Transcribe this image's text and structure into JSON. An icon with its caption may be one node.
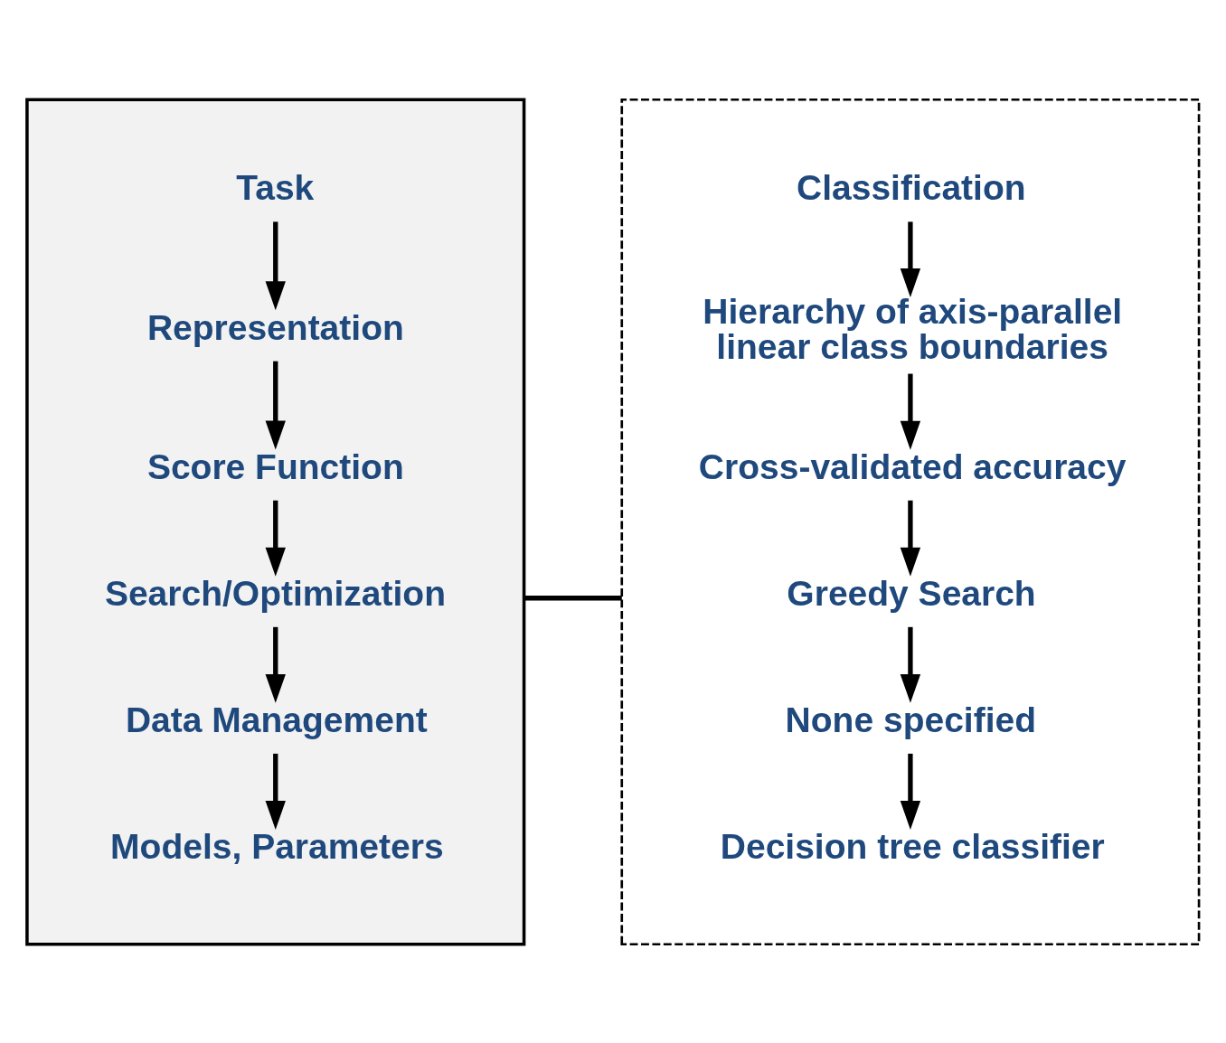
{
  "diagram": {
    "nodes": [
      {
        "text": [],
        "shape": "box"
      },
      {
        "text": [
          "Task"
        ],
        "in": 0
      },
      {
        "text": [
          "Representation"
        ],
        "in": 0
      },
      {
        "text": [
          "Score Function"
        ],
        "in": 0
      },
      {
        "text": [
          "Search/Optimization"
        ],
        "in": 0
      },
      {
        "text": [
          "Data Management"
        ],
        "in": 0
      },
      {
        "text": [
          "Models, Parameters"
        ],
        "in": 0
      },
      {
        "text": [],
        "shape": "box"
      },
      {
        "text": [
          "Classification"
        ],
        "in": 7
      },
      {
        "text": [
          "Hierarchy of axis-parallel linear class boundaries"
        ],
        "in": 7
      },
      {
        "text": [
          "Cross-validated accuracy"
        ],
        "in": 7
      },
      {
        "text": [
          "Greedy Search"
        ],
        "in": 7
      },
      {
        "text": [
          "None specified"
        ],
        "in": 7
      },
      {
        "text": [
          "Decision tree classifier"
        ],
        "in": 7
      }
    ],
    "edges": [
      {
        "from": 1,
        "to": 2,
        "arrow": "to"
      },
      {
        "from": 2,
        "to": 3,
        "arrow": "to"
      },
      {
        "from": 3,
        "to": 4,
        "arrow": "to"
      },
      {
        "from": 4,
        "to": 5,
        "arrow": "to"
      },
      {
        "from": 5,
        "to": 6,
        "arrow": "to"
      },
      {
        "from": 8,
        "to": 9,
        "arrow": "to"
      },
      {
        "from": 9,
        "to": 10,
        "arrow": "to"
      },
      {
        "from": 10,
        "to": 11,
        "arrow": "to"
      },
      {
        "from": 11,
        "to": 12,
        "arrow": "to"
      },
      {
        "from": 12,
        "to": 13,
        "arrow": "to"
      },
      {
        "from": 0,
        "to": 7,
        "arrow": "none"
      }
    ]
  }
}
